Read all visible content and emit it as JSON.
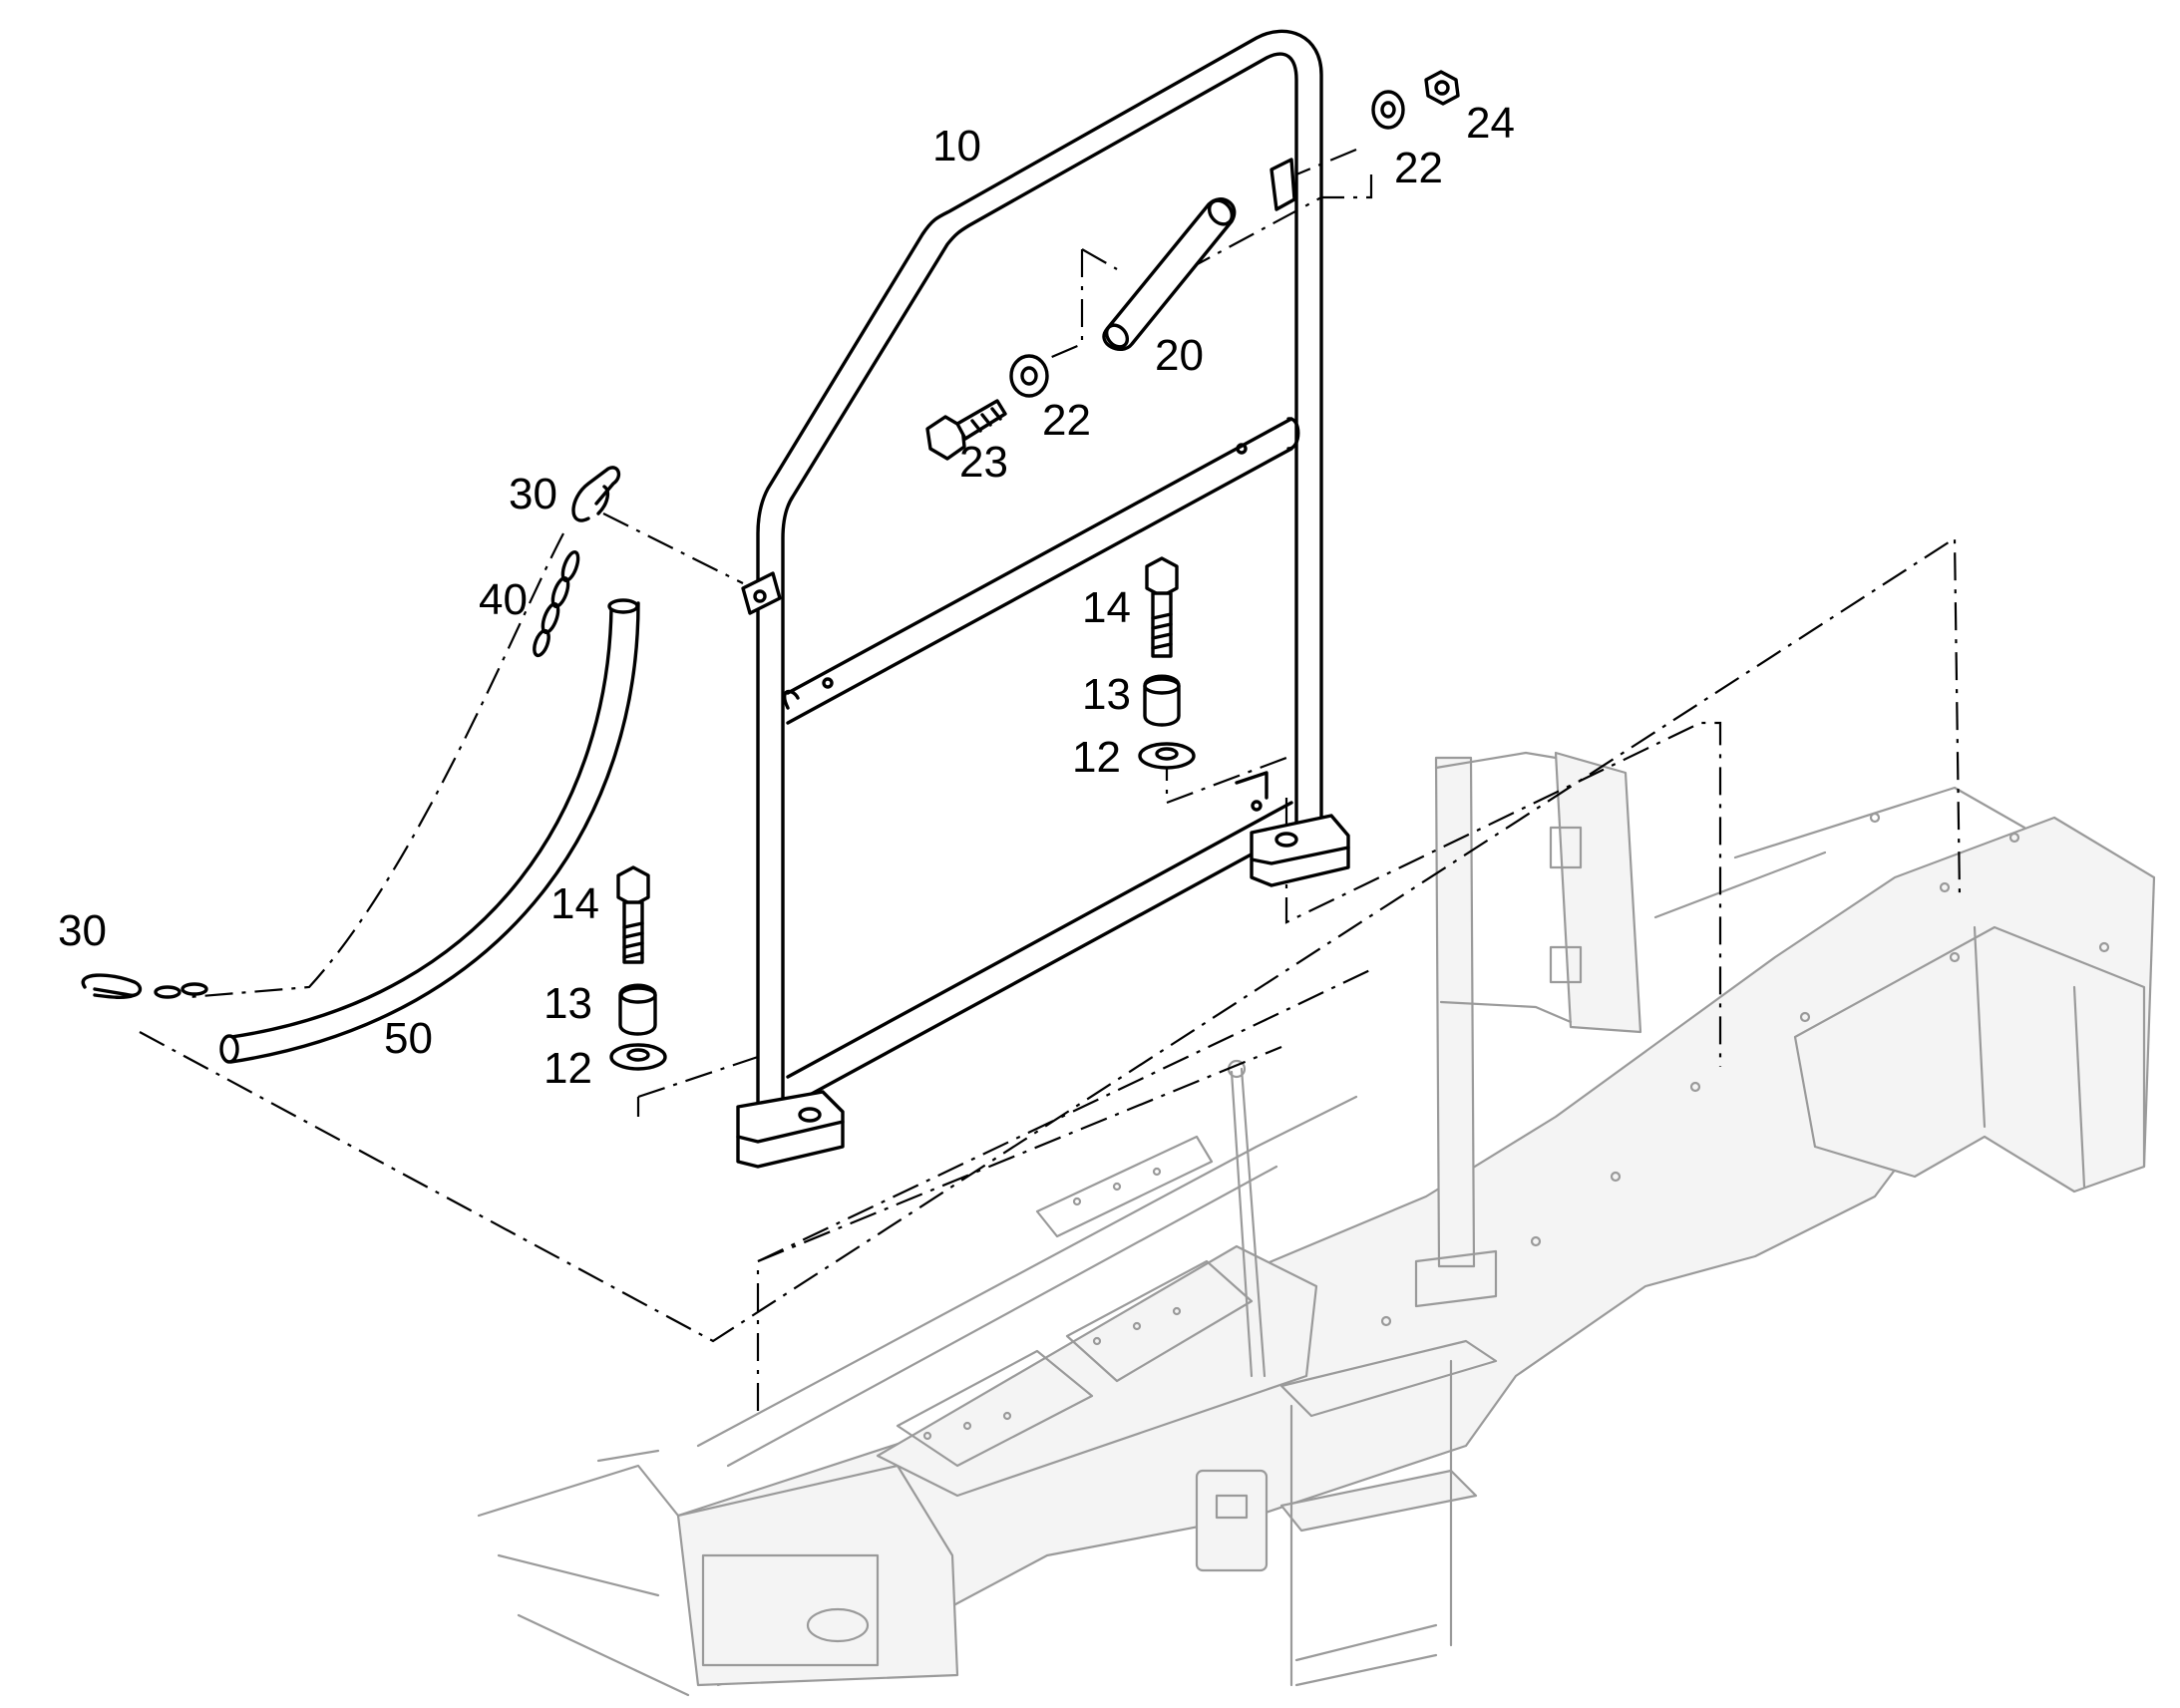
{
  "diagram": {
    "callouts": [
      {
        "id": "c10",
        "text": "10"
      },
      {
        "id": "c24",
        "text": "24"
      },
      {
        "id": "c22a",
        "text": "22"
      },
      {
        "id": "c20",
        "text": "20"
      },
      {
        "id": "c22b",
        "text": "22"
      },
      {
        "id": "c23",
        "text": "23"
      },
      {
        "id": "c30a",
        "text": "30"
      },
      {
        "id": "c40",
        "text": "40"
      },
      {
        "id": "c14a",
        "text": "14"
      },
      {
        "id": "c13a",
        "text": "13"
      },
      {
        "id": "c12a",
        "text": "12"
      },
      {
        "id": "c14b",
        "text": "14"
      },
      {
        "id": "c13b",
        "text": "13"
      },
      {
        "id": "c12b",
        "text": "12"
      },
      {
        "id": "c30b",
        "text": "30"
      },
      {
        "id": "c50",
        "text": "50"
      }
    ],
    "colors": {
      "part_line": "#000000",
      "machine_line": "#9a9a9a",
      "machine_fill": "#f4f4f4",
      "background": "#ffffff"
    }
  }
}
